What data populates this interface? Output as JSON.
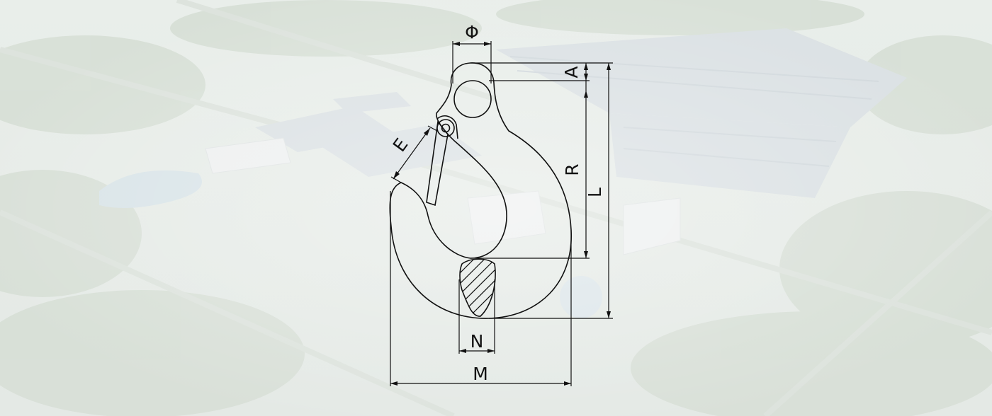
{
  "colors": {
    "background_wash": "#eef1ee",
    "line": "#111111",
    "hook_fill": "#f3f5f3"
  },
  "dimensions": {
    "phi": "Φ",
    "a": "A",
    "r": "R",
    "l": "L",
    "e": "E",
    "n": "N",
    "m": "M"
  }
}
